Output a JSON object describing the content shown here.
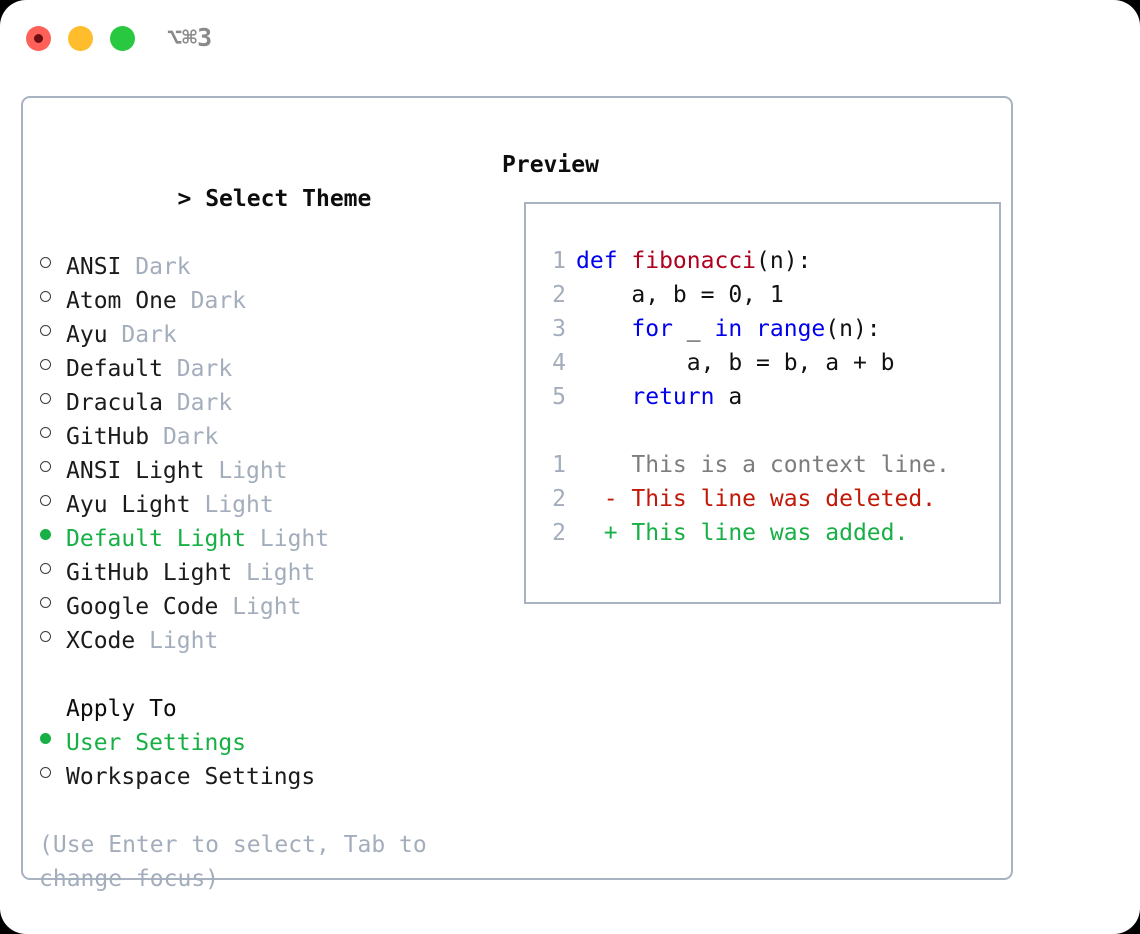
{
  "window": {
    "shortcut_label": "⌥⌘3",
    "traffic_lights": [
      "close-button",
      "minimize-button",
      "maximize-button"
    ],
    "colors": {
      "close": "#ff6058",
      "minimize": "#ffbd2e",
      "maximize": "#28c840",
      "panel_border": "#a8b2c0",
      "accent_selected": "#17b045",
      "muted_text": "#a3adbb"
    }
  },
  "theme_section": {
    "caret": ">",
    "title": "Select Theme",
    "items": [
      {
        "marker": "○",
        "label": "ANSI",
        "suffix": "Dark",
        "selected": false
      },
      {
        "marker": "○",
        "label": "Atom One",
        "suffix": "Dark",
        "selected": false
      },
      {
        "marker": "○",
        "label": "Ayu",
        "suffix": "Dark",
        "selected": false
      },
      {
        "marker": "○",
        "label": "Default",
        "suffix": "Dark",
        "selected": false
      },
      {
        "marker": "○",
        "label": "Dracula",
        "suffix": "Dark",
        "selected": false
      },
      {
        "marker": "○",
        "label": "GitHub",
        "suffix": "Dark",
        "selected": false
      },
      {
        "marker": "○",
        "label": "ANSI Light",
        "suffix": "Light",
        "selected": false
      },
      {
        "marker": "○",
        "label": "Ayu Light",
        "suffix": "Light",
        "selected": false
      },
      {
        "marker": "●",
        "label": "Default Light",
        "suffix": "Light",
        "selected": true
      },
      {
        "marker": "○",
        "label": "GitHub Light",
        "suffix": "Light",
        "selected": false
      },
      {
        "marker": "○",
        "label": "Google Code",
        "suffix": "Light",
        "selected": false
      },
      {
        "marker": "○",
        "label": "XCode",
        "suffix": "Light",
        "selected": false
      }
    ]
  },
  "apply_section": {
    "title": "Apply To",
    "items": [
      {
        "marker": "●",
        "label": "User Settings",
        "selected": true
      },
      {
        "marker": "○",
        "label": "Workspace Settings",
        "selected": false
      }
    ]
  },
  "hint": "(Use Enter to select, Tab to change focus)",
  "preview": {
    "title": "Preview",
    "code_lines": [
      {
        "no": "1",
        "segments": [
          {
            "text": "def ",
            "kind": "kw"
          },
          {
            "text": "fibonacci",
            "kind": "fn"
          },
          {
            "text": "(n):",
            "kind": "pl"
          }
        ]
      },
      {
        "no": "2",
        "segments": [
          {
            "text": "    a, b = 0, 1",
            "kind": "pl"
          }
        ]
      },
      {
        "no": "3",
        "segments": [
          {
            "text": "    ",
            "kind": "pl"
          },
          {
            "text": "for",
            "kind": "kw"
          },
          {
            "text": " _ ",
            "kind": "pl"
          },
          {
            "text": "in range",
            "kind": "kw"
          },
          {
            "text": "(n):",
            "kind": "pl"
          }
        ]
      },
      {
        "no": "4",
        "segments": [
          {
            "text": "        a, b = b, a + b",
            "kind": "pl"
          }
        ]
      },
      {
        "no": "5",
        "segments": [
          {
            "text": "    ",
            "kind": "pl"
          },
          {
            "text": "return",
            "kind": "kw"
          },
          {
            "text": " a",
            "kind": "pl"
          }
        ]
      }
    ],
    "diff_lines": [
      {
        "no": "1",
        "prefix": "  ",
        "text": "This is a context line.",
        "kind": "ctx"
      },
      {
        "no": "2",
        "prefix": "- ",
        "text": "This line was deleted.",
        "kind": "del"
      },
      {
        "no": "2",
        "prefix": "+ ",
        "text": "This line was added.",
        "kind": "add"
      }
    ]
  }
}
